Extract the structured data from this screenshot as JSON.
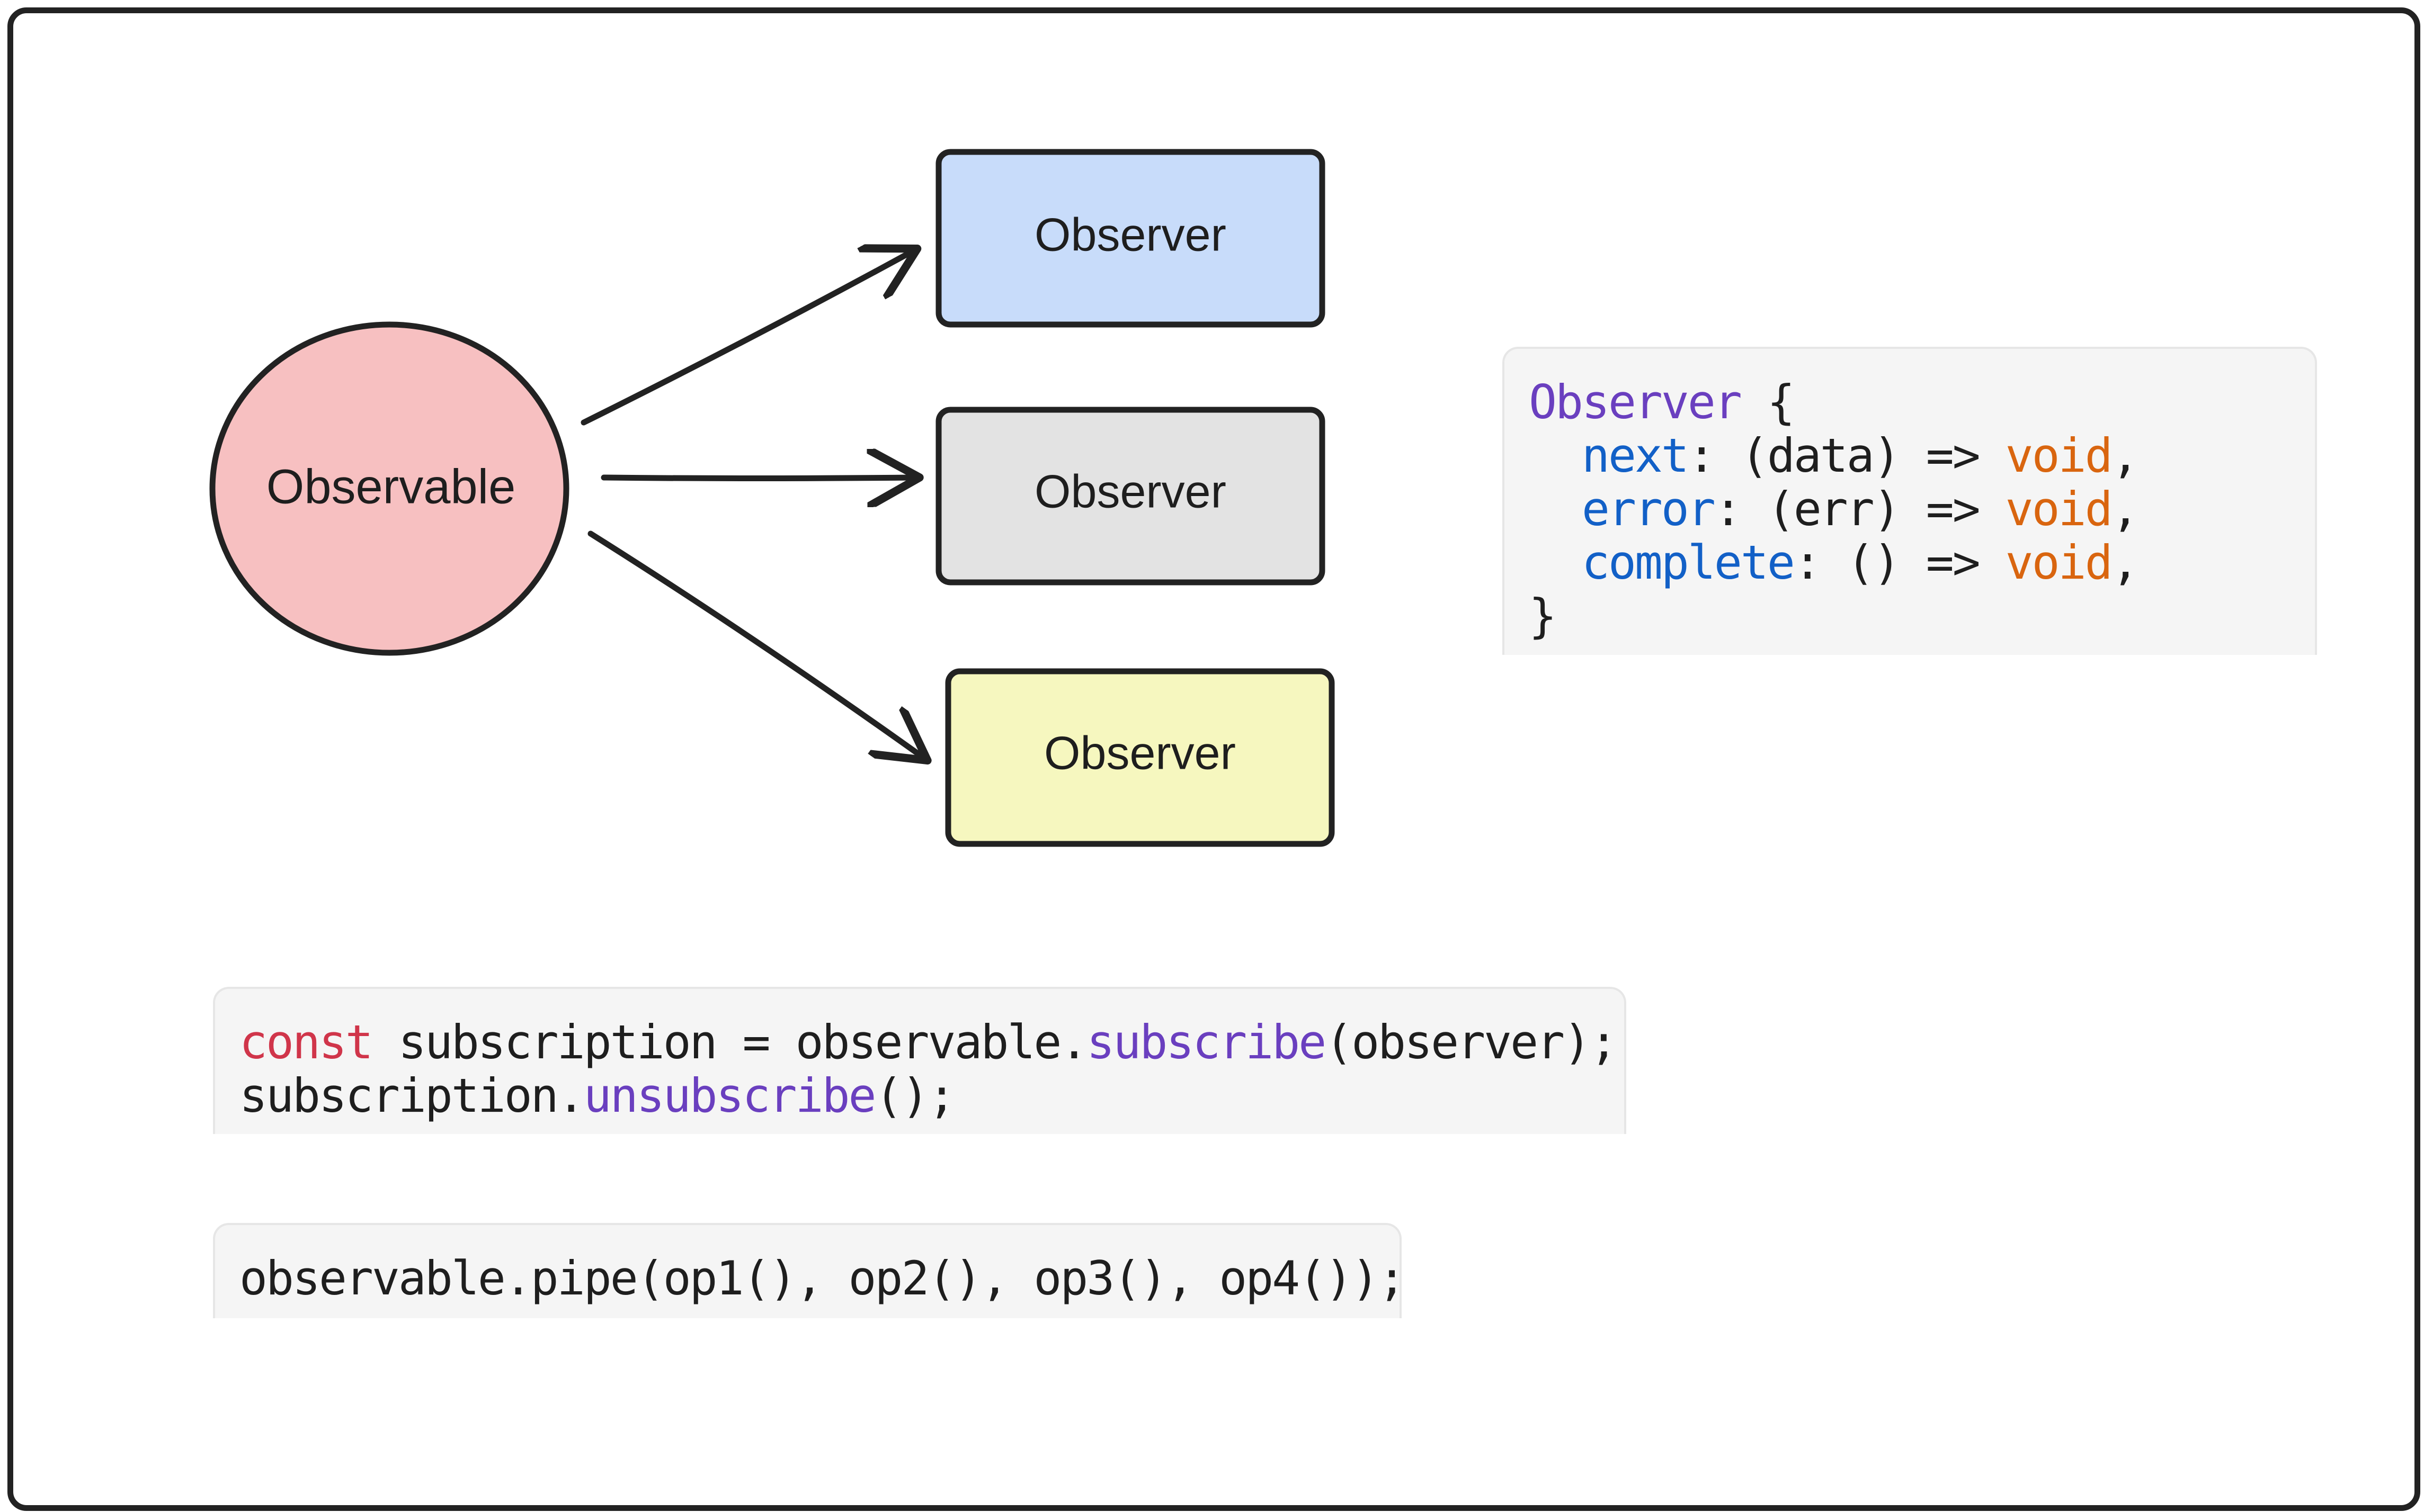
{
  "diagram": {
    "source_label": "Observable",
    "observers": [
      {
        "label": "Observer",
        "fill": "#c8dcfa"
      },
      {
        "label": "Observer",
        "fill": "#e3e3e3"
      },
      {
        "label": "Observer",
        "fill": "#f6f7bf"
      }
    ],
    "source_fill": "#f7c0c1",
    "stroke_color": "#222222"
  },
  "code": {
    "observer_interface": [
      [
        {
          "t": "Observer",
          "k": "fn"
        },
        {
          "t": " {",
          "k": "plain"
        }
      ],
      [
        {
          "t": "  ",
          "k": "plain"
        },
        {
          "t": "next",
          "k": "prop"
        },
        {
          "t": ": (data) => ",
          "k": "plain"
        },
        {
          "t": "void",
          "k": "type"
        },
        {
          "t": ",",
          "k": "plain"
        }
      ],
      [
        {
          "t": "  ",
          "k": "plain"
        },
        {
          "t": "error",
          "k": "prop"
        },
        {
          "t": ": (err) => ",
          "k": "plain"
        },
        {
          "t": "void",
          "k": "type"
        },
        {
          "t": ",",
          "k": "plain"
        }
      ],
      [
        {
          "t": "  ",
          "k": "plain"
        },
        {
          "t": "complete",
          "k": "prop"
        },
        {
          "t": ": () => ",
          "k": "plain"
        },
        {
          "t": "void",
          "k": "type"
        },
        {
          "t": ",",
          "k": "plain"
        }
      ],
      [
        {
          "t": "}",
          "k": "plain"
        }
      ]
    ],
    "subscribe": [
      [
        {
          "t": "const",
          "k": "kw"
        },
        {
          "t": " subscription = observable.",
          "k": "plain"
        },
        {
          "t": "subscribe",
          "k": "fn"
        },
        {
          "t": "(observer);",
          "k": "plain"
        }
      ],
      [
        {
          "t": "subscription.",
          "k": "plain"
        },
        {
          "t": "unsubscribe",
          "k": "fn"
        },
        {
          "t": "();",
          "k": "plain"
        }
      ]
    ],
    "pipe": [
      [
        {
          "t": "observable.pipe(op1(), op2(), op3(), op4());",
          "k": "plain"
        }
      ]
    ]
  }
}
